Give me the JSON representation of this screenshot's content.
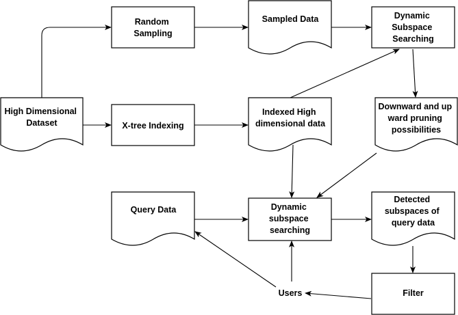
{
  "nodes": {
    "high_dim": {
      "lines": [
        "High Dimensional",
        "Dataset"
      ]
    },
    "random_sampling": {
      "lines": [
        "Random",
        "Sampling"
      ]
    },
    "sampled_data": {
      "lines": [
        "Sampled Data"
      ]
    },
    "dss_top": {
      "lines": [
        "Dynamic",
        "Subspace",
        "Searching"
      ]
    },
    "xtree": {
      "lines": [
        "X-tree Indexing"
      ]
    },
    "indexed": {
      "lines": [
        "Indexed High",
        "dimensional data"
      ]
    },
    "pruning": {
      "lines": [
        "Downward and up",
        "ward pruning",
        "possibilities"
      ]
    },
    "query_data": {
      "lines": [
        "Query Data"
      ]
    },
    "dss_mid": {
      "lines": [
        "Dynamic",
        "subspace",
        "searching"
      ]
    },
    "detected": {
      "lines": [
        "Detected",
        "subspaces of",
        "query data"
      ]
    },
    "filter": {
      "lines": [
        "Filter"
      ]
    },
    "users": {
      "lines": [
        "Users"
      ]
    }
  },
  "colors": {
    "stroke": "#000000",
    "fill": "#ffffff",
    "text": "#000000"
  }
}
